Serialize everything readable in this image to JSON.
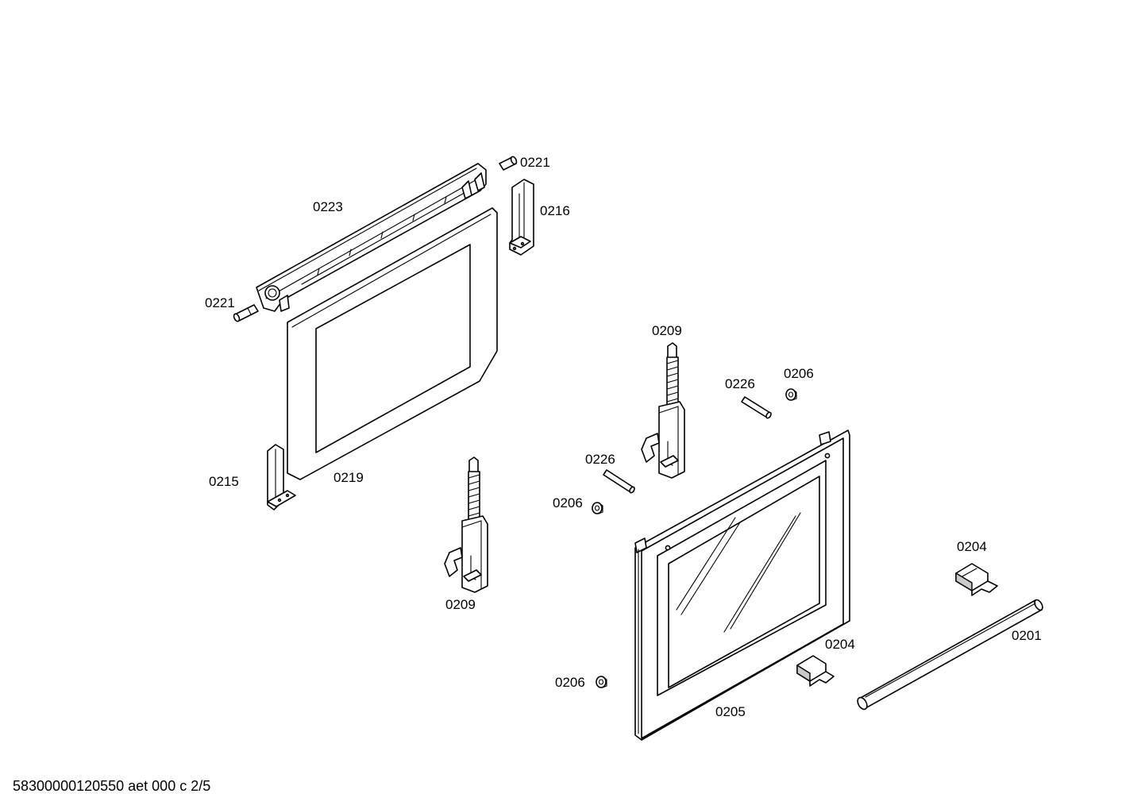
{
  "diagram": {
    "labels": {
      "l0221_top": "0221",
      "l0223": "0223",
      "l0216": "0216",
      "l0221_left": "0221",
      "l0215": "0215",
      "l0219": "0219",
      "l0209_left": "0209",
      "l0209_right": "0209",
      "l0226_upper": "0226",
      "l0206_upper": "0206",
      "l0226_lower": "0226",
      "l0206_mid": "0206",
      "l0204_right": "0204",
      "l0201": "0201",
      "l0204_lower": "0204",
      "l0206_lower": "0206",
      "l0205": "0205"
    }
  },
  "footer": {
    "code": "58300000120550 aet 000 c 2/5"
  }
}
